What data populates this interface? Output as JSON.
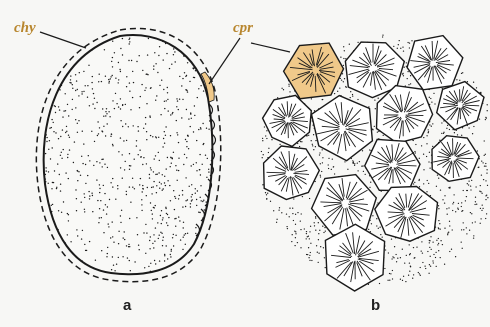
{
  "labels": {
    "chy": "chy",
    "cpr": "cpr",
    "panel_a": "a",
    "panel_b": "b"
  },
  "colors": {
    "ink": "#1a1a1a",
    "label": "#b8862e",
    "highlight_cell": "#f0c98a",
    "background": "#f7f7f5"
  }
}
